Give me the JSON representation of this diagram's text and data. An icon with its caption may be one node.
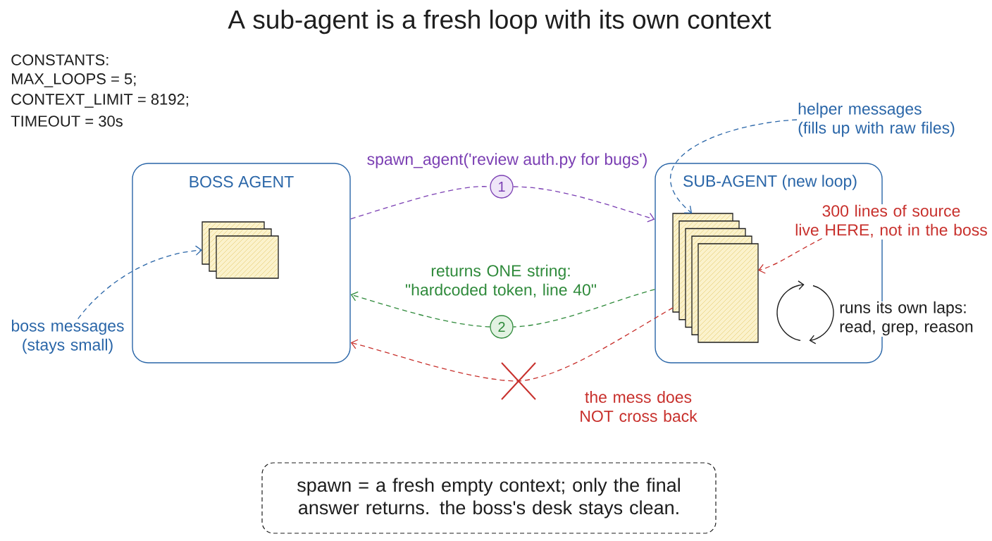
{
  "diagram": {
    "title": "A sub-agent is a fresh loop with its own context",
    "nodes": [
      {
        "text": [
          "BOSS AGENT"
        ]
      },
      {
        "text": [],
        "shape": "box",
        "in": 0
      },
      {
        "text": [
          "boss messages (stays small)"
        ]
      },
      {
        "text": [
          "1"
        ]
      },
      {
        "text": [
          "2"
        ]
      },
      {
        "text": [
          "SUB-AGENT (new loop)"
        ]
      },
      {
        "text": [],
        "shape": "box",
        "in": 5
      },
      {
        "text": [
          "helper messages (fills up with raw files)"
        ]
      },
      {
        "text": [
          "300 lines of source live HERE, not in the boss"
        ]
      },
      {
        "text": [
          "spawn = a fresh empty context; only the final answer returns. the boss's desk stays clean."
        ]
      }
    ],
    "edges": [
      {
        "from": 2,
        "to": 1,
        "arrow": "to",
        "style": "dashed",
        "color": "#2a66a8"
      },
      {
        "from": 0,
        "to": 3,
        "arrow": "none",
        "label": "spawn_agent('review auth.py for bugs')",
        "style": "dashed",
        "color": "#7b3fb3"
      },
      {
        "from": 3,
        "to": 5,
        "arrow": "to",
        "style": "dashed",
        "color": "#7b3fb3"
      },
      {
        "from": 5,
        "to": 4,
        "arrow": "none",
        "label": "returns ONE string: \"hardcoded token, line 40\"",
        "style": "dashed",
        "color": "#2f8a3b"
      },
      {
        "from": 4,
        "to": 0,
        "arrow": "to",
        "style": "dashed",
        "color": "#2f8a3b"
      },
      {
        "from": 6,
        "to": 0,
        "arrow": "to",
        "label": "the mess does NOT cross back",
        "style": "dashed",
        "color": "#c8312d"
      },
      {
        "from": 7,
        "to": 6,
        "arrow": "to",
        "style": "dashed",
        "color": "#2a66a8"
      },
      {
        "from": 8,
        "to": 6,
        "arrow": "to",
        "style": "dashed",
        "color": "#c8312d"
      }
    ],
    "labels": [
      "CONSTANTS:",
      "MAX_LOOPS = 5;",
      "CONTEXT_LIMIT = 8192;",
      "TIMEOUT = 30s",
      "runs its own laps: read, grep, reason"
    ]
  }
}
